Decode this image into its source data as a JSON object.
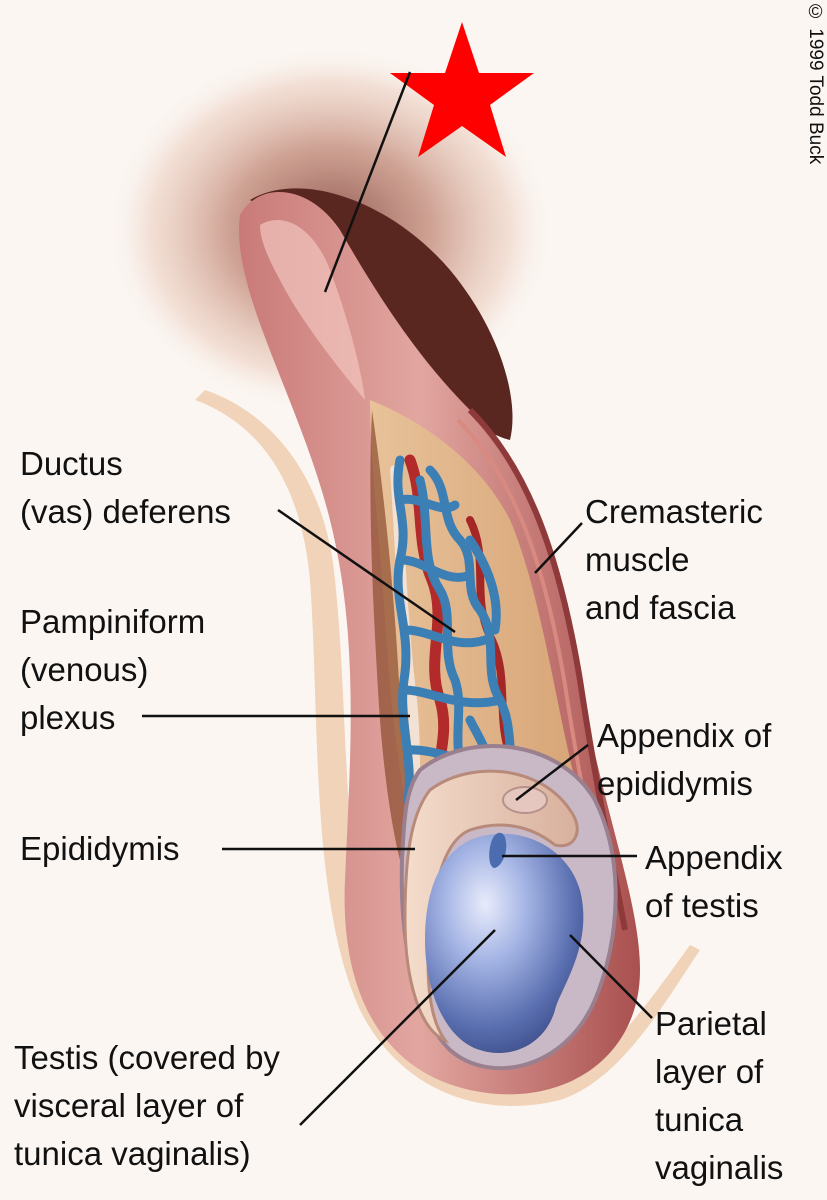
{
  "copyright": "© 1999 Todd Buck",
  "labels": {
    "ductus": [
      "Ductus",
      "(vas) deferens"
    ],
    "pampiniform": [
      "Pampiniform",
      "(venous)",
      "plexus"
    ],
    "epididymis": [
      "Epididymis"
    ],
    "testis": [
      "Testis (covered by",
      "visceral layer of",
      "tunica vaginalis)"
    ],
    "cremasteric": [
      "Cremasteric",
      "muscle",
      "and fascia"
    ],
    "appendix_epididymis": [
      "Appendix of",
      "epididymis"
    ],
    "appendix_testis": [
      "Appendix",
      "of testis"
    ],
    "parietal": [
      "Parietal",
      "layer of",
      "tunica",
      "vaginalis"
    ]
  },
  "colors": {
    "star": "#ff0000",
    "veins": "#3c7fb5",
    "artery": "#b22a2a",
    "cord_wall": "#b8595a",
    "testis": "#8c9ed2"
  }
}
